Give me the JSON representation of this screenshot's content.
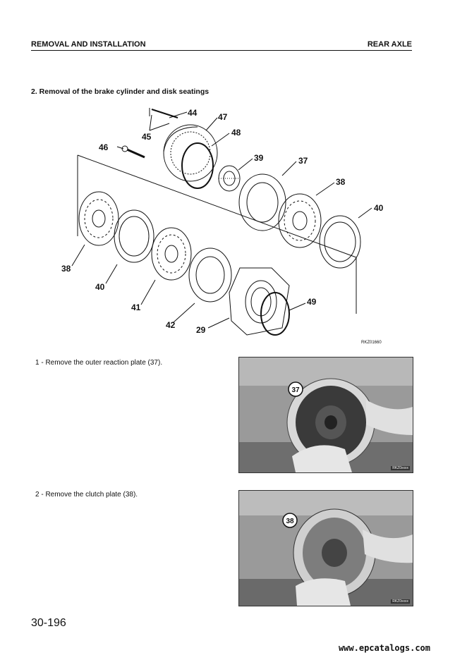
{
  "header": {
    "section": "REMOVAL AND INSTALLATION",
    "component": "REAR AXLE"
  },
  "section_heading": "2.  Removal of the brake cylinder and disk seatings",
  "diagram": {
    "figure_code": "RKZ01660",
    "callouts": [
      "44",
      "47",
      "45",
      "48",
      "46",
      "39",
      "37",
      "38",
      "40",
      "38",
      "40",
      "41",
      "42",
      "29",
      "49"
    ]
  },
  "steps": [
    {
      "text": "1 - Remove the outer reaction plate (37).",
      "callout": "37",
      "photo_code": "RKZ0xxxx"
    },
    {
      "text": "2 - Remove the clutch plate (38).",
      "callout": "38",
      "photo_code": "RKZ0xxxx"
    }
  ],
  "footer": {
    "page_number": "30-196",
    "watermark": "www.epcatalogs.com"
  }
}
